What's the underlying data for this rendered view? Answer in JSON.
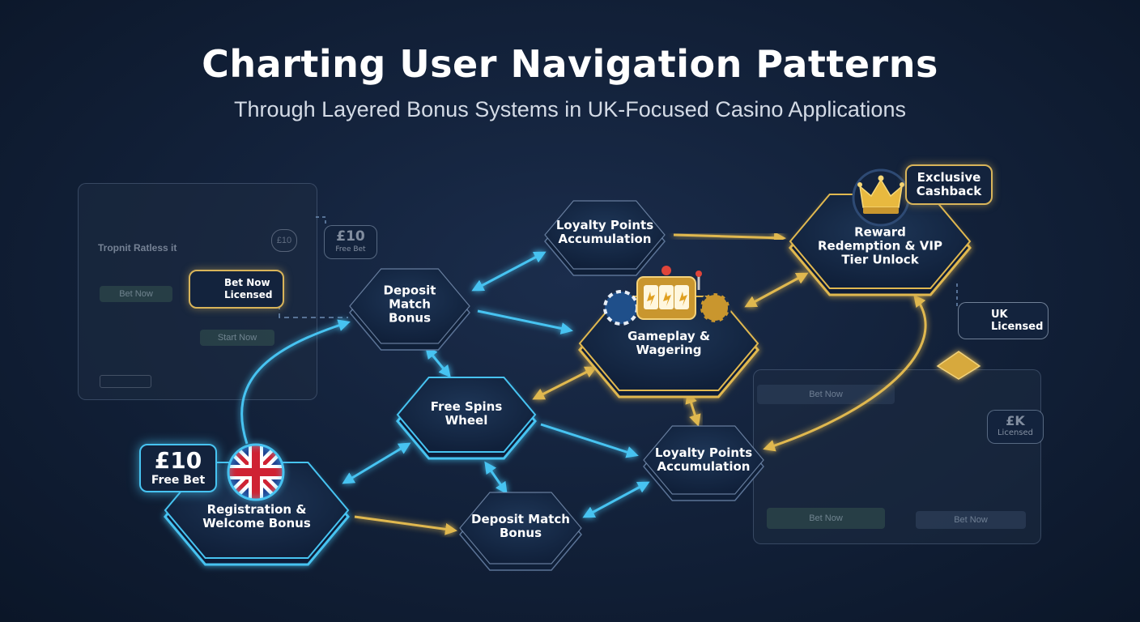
{
  "header": {
    "title": "Charting User Navigation Patterns",
    "subtitle": "Through Layered Bonus Systems in UK-Focused Casino Applications"
  },
  "nodes": {
    "registration": "Registration & Welcome Bonus",
    "deposit_match_top": "Deposit Match Bonus",
    "free_spins": "Free Spins Wheel",
    "deposit_match_bottom": "Deposit Match Bonus",
    "loyalty_top": "Loyalty Points Accumulation",
    "gameplay": "Gameplay & Wagering",
    "loyalty_bottom": "Loyalty Points Accumulation",
    "reward": "Reward Redemption & VIP Tier Unlock"
  },
  "badges": {
    "free_bet_main": {
      "amount": "£10",
      "label": "Free Bet"
    },
    "bet_now_licensed": "Bet Now Licensed",
    "free_bet_small": {
      "amount": "£10",
      "label": "Free Bet"
    },
    "exclusive_cashback": "Exclusive Cashback",
    "uk_licensed": "UK Licensed",
    "licensed_small": {
      "amount": "£K",
      "label": "Licensed"
    }
  },
  "left_panel": {
    "heading": "Tropnit Ratless it",
    "bet_now": "Bet Now",
    "start_button": "Start Now",
    "mini_amount": "£10"
  },
  "right_panel": {
    "bet_now_top": "Bet Now",
    "bet_now_left": "Bet Now",
    "bet_now_right": "Bet Now"
  },
  "colors": {
    "cyan": "#47c3f1",
    "gold": "#e0b850",
    "node_fill": "#162a47",
    "node_fill_dark": "#0f1f38"
  },
  "icons": {
    "crown": "crown-icon",
    "slot_machine": "slot-machine-icon",
    "uk_flag": "uk-flag-icon",
    "poker_chip": "poker-chip-icon"
  }
}
